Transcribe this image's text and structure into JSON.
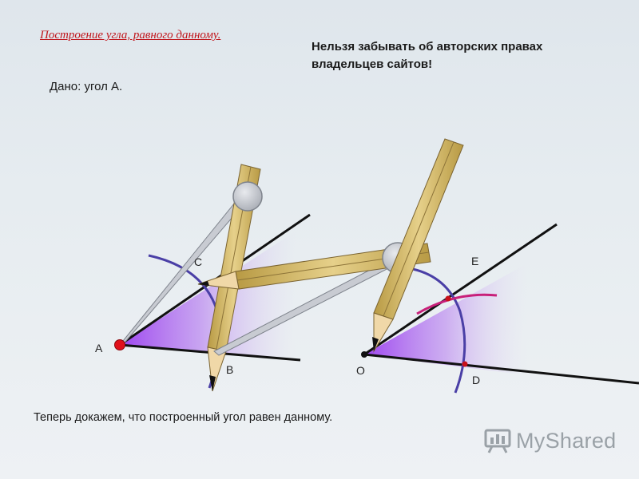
{
  "header": {
    "title": "Построение угла, равного данному.",
    "note": "Нельзя забывать об авторских правах владельцев сайтов!"
  },
  "given": "Дано: угол А.",
  "points": {
    "A": "A",
    "B": "B",
    "C": "C",
    "O": "O",
    "D": "D",
    "E": "E"
  },
  "conclusion": "Теперь докажем, что построенный угол равен данному.",
  "logo": {
    "text": "MyShared"
  },
  "colors": {
    "title": "#c0161c",
    "angle_fill": "#a050f0",
    "arc": "#4a3fa6",
    "arc_magenta": "#c8207a",
    "point_red": "#e0101a",
    "pencil": "#dcc37a",
    "compass_leg": "#c8cbd2"
  },
  "icons": [
    "compass-icon",
    "pencil-icon",
    "myshared-logo-icon"
  ]
}
